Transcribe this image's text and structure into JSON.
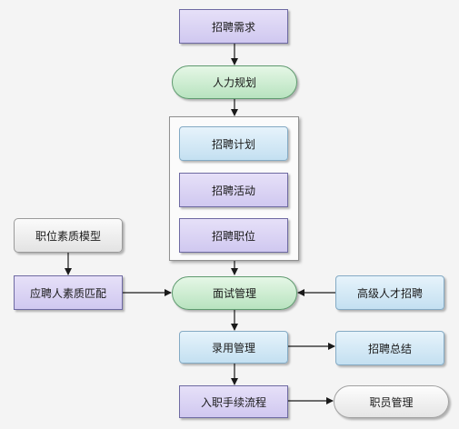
{
  "nodes": {
    "recruit_demand": "招聘需求",
    "hr_planning": "人力规划",
    "recruit_plan": "招聘计划",
    "recruit_activity": "招聘活动",
    "recruit_position": "招聘职位",
    "competency_model": "职位素质模型",
    "applicant_matching": "应聘人素质匹配",
    "interview_mgmt": "面试管理",
    "senior_talent": "高级人才招聘",
    "hiring_mgmt": "录用管理",
    "recruit_summary": "招聘总结",
    "onboarding": "入职手续流程",
    "staff_mgmt": "职员管理"
  },
  "colors": {
    "purple_fill": "#d0c8f0",
    "blue_fill": "#c4e0f1",
    "green_fill": "#b8e3bf",
    "gray_fill": "#e3e3e3",
    "arrow": "#1a1a1a",
    "background": "#f4f4f4"
  }
}
